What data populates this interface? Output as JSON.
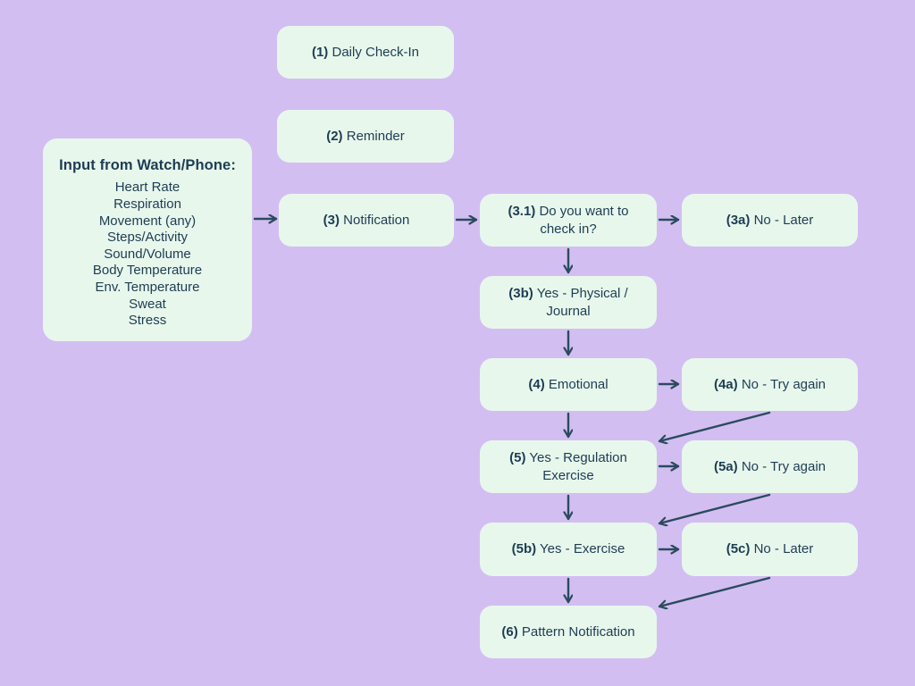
{
  "colors": {
    "background": "#d3bef2",
    "node_fill": "#e8f7ec",
    "text": "#1d3d53",
    "arrow": "#2a4b5e"
  },
  "input_node": {
    "title": "Input from Watch/Phone:",
    "items": [
      "Heart Rate",
      "Respiration",
      "Movement (any)",
      "Steps/Activity",
      "Sound/Volume",
      "Body Temperature",
      "Env. Temperature",
      "Sweat",
      "Stress"
    ]
  },
  "nodes": [
    {
      "id": "1",
      "bold": "(1)",
      "text": " Daily Check-In"
    },
    {
      "id": "2",
      "bold": "(2)",
      "text": " Reminder"
    },
    {
      "id": "3",
      "bold": "(3)",
      "text": " Notification"
    },
    {
      "id": "3.1",
      "bold": "(3.1)",
      "text": " Do you want to check in?"
    },
    {
      "id": "3a",
      "bold": "(3a)",
      "text": " No - Later"
    },
    {
      "id": "3b",
      "bold": "(3b)",
      "text": " Yes - Physical / Journal"
    },
    {
      "id": "4",
      "bold": "(4)",
      "text": " Emotional"
    },
    {
      "id": "4a",
      "bold": "(4a)",
      "text": " No - Try again"
    },
    {
      "id": "5",
      "bold": "(5)",
      "text": " Yes - Regulation Exercise"
    },
    {
      "id": "5a",
      "bold": "(5a)",
      "text": " No - Try again"
    },
    {
      "id": "5b",
      "bold": "(5b)",
      "text": " Yes - Exercise"
    },
    {
      "id": "5c",
      "bold": "(5c)",
      "text": " No - Later"
    },
    {
      "id": "6",
      "bold": "(6)",
      "text": " Pattern Notification"
    }
  ],
  "edges": [
    {
      "from": "input",
      "to": "3"
    },
    {
      "from": "3",
      "to": "3.1"
    },
    {
      "from": "3.1",
      "to": "3a"
    },
    {
      "from": "3.1",
      "to": "3b"
    },
    {
      "from": "3b",
      "to": "4"
    },
    {
      "from": "4",
      "to": "4a"
    },
    {
      "from": "4",
      "to": "5"
    },
    {
      "from": "4a",
      "to": "5"
    },
    {
      "from": "5",
      "to": "5a"
    },
    {
      "from": "5",
      "to": "5b"
    },
    {
      "from": "5a",
      "to": "5b"
    },
    {
      "from": "5b",
      "to": "5c"
    },
    {
      "from": "5b",
      "to": "6"
    },
    {
      "from": "5c",
      "to": "6"
    }
  ]
}
